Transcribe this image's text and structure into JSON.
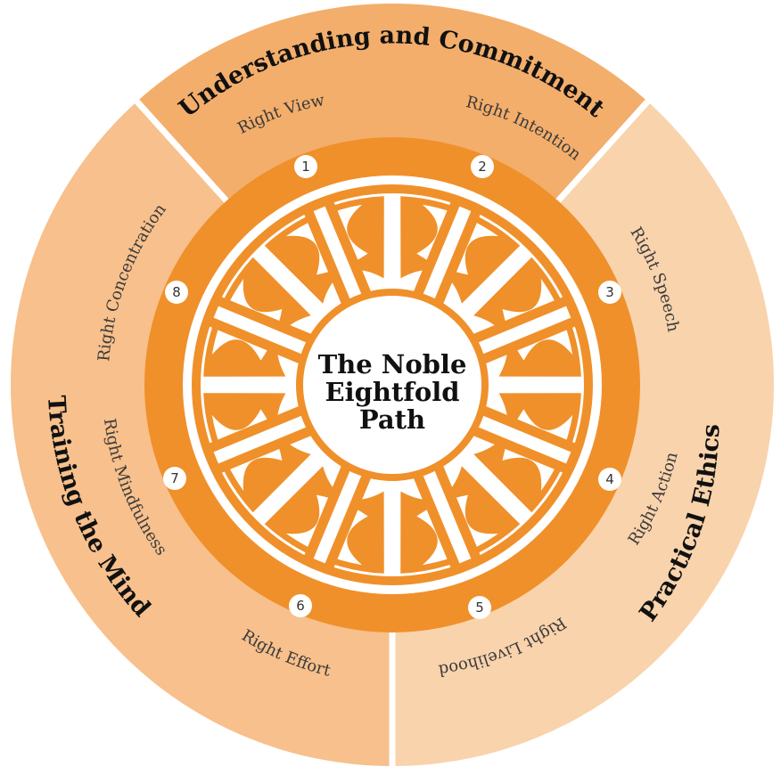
{
  "title_lines": [
    "The Noble",
    "Eightfold",
    "Path"
  ],
  "categories": [
    {
      "label": "Understanding and Commitment"
    },
    {
      "label": "Practical Ethics"
    },
    {
      "label": "Training the Mind"
    }
  ],
  "steps": [
    {
      "number": "1",
      "label": "Right View"
    },
    {
      "number": "2",
      "label": "Right Intention"
    },
    {
      "number": "3",
      "label": "Right Speech"
    },
    {
      "number": "4",
      "label": "Right Action"
    },
    {
      "number": "5",
      "label": "Right Livelihood"
    },
    {
      "number": "6",
      "label": "Right Effort"
    },
    {
      "number": "7",
      "label": "Right Mindfulness"
    },
    {
      "number": "8",
      "label": "Right Concentration"
    }
  ],
  "colors": {
    "wheel_orange": "#f0902a",
    "understanding_band": "#f3ae6b",
    "practical_band": "#f9d3ac",
    "training_band": "#f7c08c",
    "divider": "#ffffff"
  }
}
